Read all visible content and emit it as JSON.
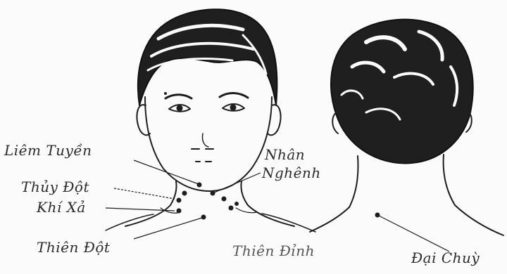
{
  "labels": {
    "liem_tuyen": "Liêm Tuyền",
    "thuy_dot": "Thủy Đột",
    "khi_xa": "Khí Xả",
    "thien_dot": "Thiên Đột",
    "nhan_nghenh_line1": "Nhân",
    "nhan_nghenh_line2": "Nghênh",
    "thien_dinh": "Thiên Đỉnh",
    "dai_chuy": "Đại Chuỳ"
  },
  "colors": {
    "ink": "#1e1e1e",
    "paper": "#fbfbfb"
  },
  "icons": {
    "front": "front-head-illustration",
    "back": "back-head-illustration"
  }
}
